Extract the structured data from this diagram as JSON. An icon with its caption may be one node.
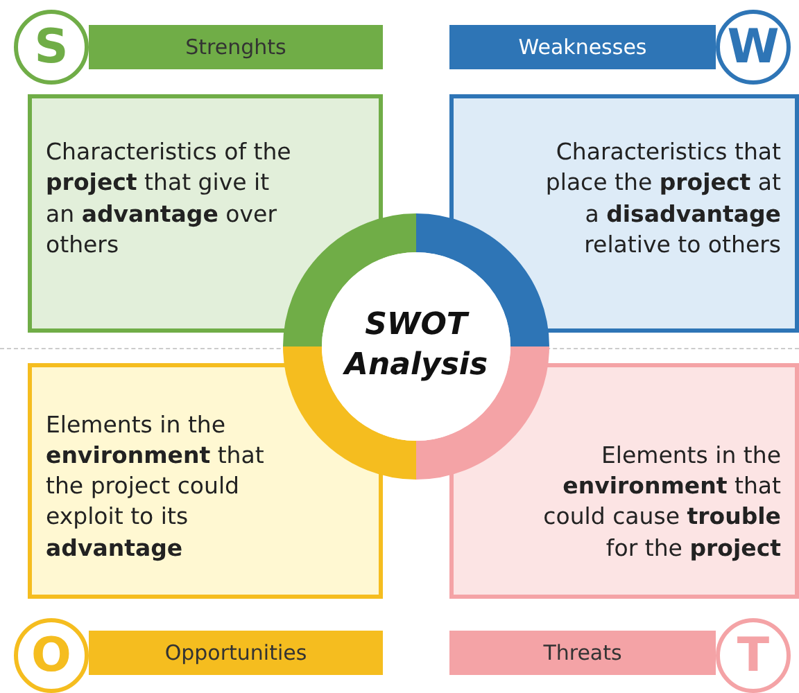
{
  "diagram": {
    "nodes": [
      {
        "text": [
          "S"
        ]
      },
      {
        "text": [
          "Strenghts"
        ]
      },
      {
        "text": [
          "Weaknesses"
        ]
      },
      {
        "text": [
          "W"
        ]
      },
      {
        "text": [
          "Characteristics of the **project** that give it an **advantage** over others"
        ]
      },
      {
        "text": [
          "Characteristics that place the **project** at a **disadvantage** relative to others"
        ]
      },
      {
        "text": [
          "SWOT Analysis"
        ]
      },
      {
        "text": [
          "Elements in the **environment** that the project could exploit to its **advantage**"
        ]
      },
      {
        "text": [
          "Elements in the **environment** that could cause **trouble** for the **project**"
        ]
      },
      {
        "text": [
          "O"
        ]
      },
      {
        "text": [
          "Opportunities"
        ]
      },
      {
        "text": [
          "Threats"
        ]
      },
      {
        "text": [
          "T"
        ]
      }
    ],
    "edges": []
  }
}
